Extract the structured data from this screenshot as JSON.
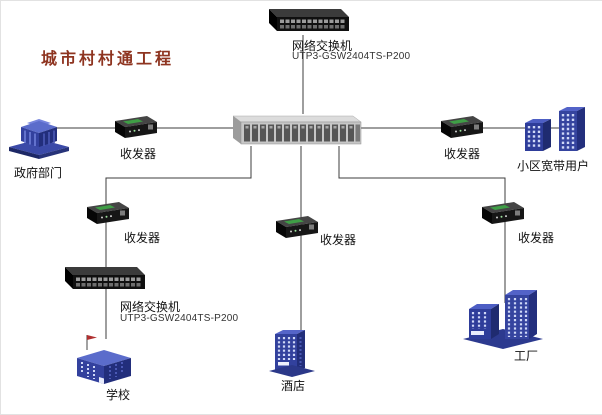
{
  "title": "城市村村通工程",
  "devices": {
    "top_switch": {
      "name": "网络交换机",
      "model": "UTP3-GSW2404TS-P200"
    },
    "bottom_switch": {
      "name": "网络交换机",
      "model": "UTP3-GSW2404TS-P200"
    },
    "transceiver_label": "收发器"
  },
  "nodes": {
    "government": "政府部门",
    "community": "小区宽带用户",
    "school": "学校",
    "hotel": "酒店",
    "factory": "工厂"
  },
  "colors": {
    "title_text": "#8e3420",
    "building_blue": "#32419d",
    "device_black": "#161616",
    "rack_gray": "#c6c6c6",
    "line": "#3c3c3c"
  }
}
